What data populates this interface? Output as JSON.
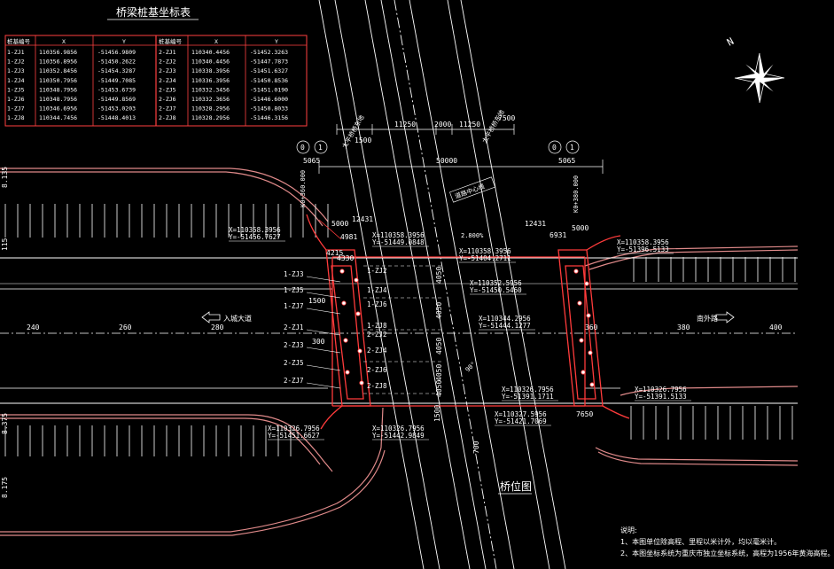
{
  "table": {
    "title": "桥梁桩基坐标表",
    "header": [
      "桩基编号",
      "X",
      "Y",
      "桩基编号",
      "X",
      "Y"
    ],
    "rows": [
      [
        "1-ZJ1",
        "110356.9856",
        "-51456.9809",
        "2-ZJ1",
        "110340.4456",
        "-51452.3263"
      ],
      [
        "1-ZJ2",
        "110356.8956",
        "-51450.2622",
        "2-ZJ2",
        "110340.4456",
        "-51447.7873"
      ],
      [
        "1-ZJ3",
        "110352.8456",
        "-51454.3287",
        "2-ZJ3",
        "110338.3956",
        "-51451.6327"
      ],
      [
        "1-ZJ4",
        "110350.7956",
        "-51449.7085",
        "2-ZJ4",
        "110336.3956",
        "-51450.8536"
      ],
      [
        "1-ZJ5",
        "110348.7956",
        "-51453.6739",
        "2-ZJ5",
        "110332.3456",
        "-51451.0190"
      ],
      [
        "1-ZJ6",
        "110348.7956",
        "-51449.8569",
        "2-ZJ6",
        "110332.3656",
        "-51446.6000"
      ],
      [
        "1-ZJ7",
        "110346.6956",
        "-51453.0203",
        "2-ZJ7",
        "110328.2956",
        "-51450.8033"
      ],
      [
        "1-ZJ8",
        "110344.7456",
        "-51448.4013",
        "2-ZJ8",
        "110328.2956",
        "-51446.3156"
      ]
    ]
  },
  "north": "N",
  "dims": {
    "top1": "1500",
    "top2": "11250",
    "top3": "2000",
    "top4": "11250",
    "top5": "7500",
    "total": "50000",
    "left_5065": "5065",
    "right_5065": "5065",
    "left_5000": "5000",
    "right_5000": "5000",
    "d12431_l": "12431",
    "d12431_r": "12431",
    "d4981": "4981",
    "d4330": "4330",
    "d4215": "4215",
    "d1500": "1500",
    "d1500b": "1500",
    "d4050a": "4050",
    "d4050b": "4050",
    "d4050c": "4050",
    "d4050d": "4050",
    "d4050e": "4050",
    "d7650": "7650",
    "d6931": "6931"
  },
  "axis_marks": {
    "a0": "0",
    "a1": "1",
    "a0r": "0",
    "a1r": "1"
  },
  "labels": {
    "left_abut_ann": "太平桥桥东地",
    "right_abut_ann": "太平桥桥东地",
    "left_axis_ann": "K0+360.000",
    "right_axis_ann": "K0+380.000",
    "slope": "2.800%",
    "ramp": "道路中心线",
    "to_city": "入城大道",
    "to_south": "南外路",
    "bridge_plan": "桥位图",
    "angle": "90°",
    "chain_240": "240",
    "chain_260": "260",
    "chain_280": "280",
    "chain_360": "360",
    "chain_380": "380",
    "chain_400": "400",
    "elev_115": "115",
    "elev_8135": "8.135",
    "elev_8375": "8.375",
    "elev_8175": "8.175",
    "road700": "700",
    "pile300": "300",
    "pile_labels": [
      "1-ZJ3",
      "1-ZJ5",
      "1-ZJ7",
      "2-ZJ1",
      "2-ZJ3",
      "2-ZJ5",
      "2-ZJ7"
    ],
    "pile_inner": [
      "1-ZJ2",
      "1-ZJ4",
      "1-ZJ6",
      "1-ZJ8",
      "2-ZJ2",
      "2-ZJ4",
      "2-ZJ6",
      "2-ZJ8"
    ]
  },
  "coords": [
    {
      "x": "X=110358.3956",
      "y": "Y=-51456.7627"
    },
    {
      "x": "X=110358.3956",
      "y": "Y=-51449.0848"
    },
    {
      "x": "X=110352.5956",
      "y": "Y=-51450.5460"
    },
    {
      "x": "X=110344.2956",
      "y": "Y=-51444.1277"
    },
    {
      "x": "X=110326.7956",
      "y": "Y=-51451.6627"
    },
    {
      "x": "X=110326.7956",
      "y": "Y=-51442.9849"
    },
    {
      "x": "X=110358.3956",
      "y": "Y=-51404.2711"
    },
    {
      "x": "X=110358.3956",
      "y": "Y=-51396.5133"
    },
    {
      "x": "X=110326.7956",
      "y": "Y=-51391.1711"
    },
    {
      "x": "X=110326.7956",
      "y": "Y=-51391.5133"
    },
    {
      "x": "X=110327.5956",
      "y": "Y=-51421.7069"
    }
  ],
  "notes": {
    "title": "说明:",
    "line1": "1、本图单位除高程、里程以米计外，均以毫米计。",
    "line2": "2、本图坐标系统为重庆市独立坐标系统，高程为1956年黄海高程。"
  },
  "colors": {
    "bg": "#000000",
    "white": "#ffffff",
    "red": "#ff3b3b",
    "pink": "#e08a8a",
    "table_border": "#ff4040"
  }
}
